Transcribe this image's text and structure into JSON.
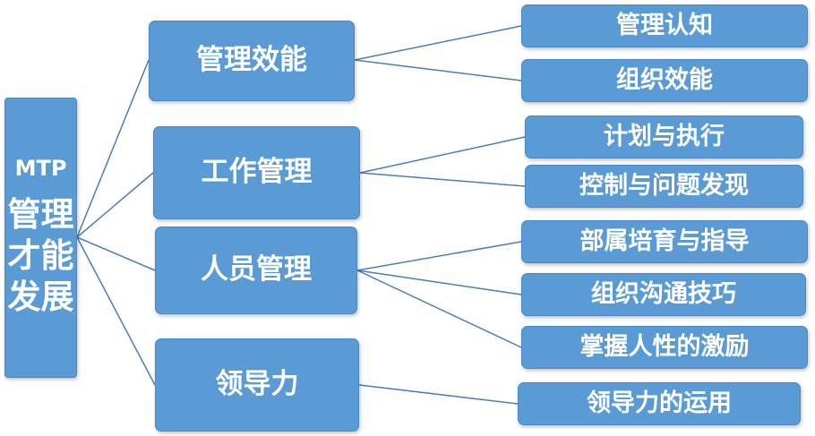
{
  "root": {
    "subtitle": "MTP",
    "title": "管理才能发展"
  },
  "branches": [
    {
      "label": "管理效能",
      "children": [
        "管理认知",
        "组织效能"
      ]
    },
    {
      "label": "工作管理",
      "children": [
        "计划与执行",
        "控制与问题发现"
      ]
    },
    {
      "label": "人员管理",
      "children": [
        "部属培育与指导",
        "组织沟通技巧",
        "掌握人性的激励"
      ]
    },
    {
      "label": "领导力",
      "children": [
        "领导力的运用"
      ]
    }
  ],
  "colors": {
    "box_fill": "#5b9bd5",
    "connector": "#4a7ebb",
    "text": "#ffffff"
  }
}
